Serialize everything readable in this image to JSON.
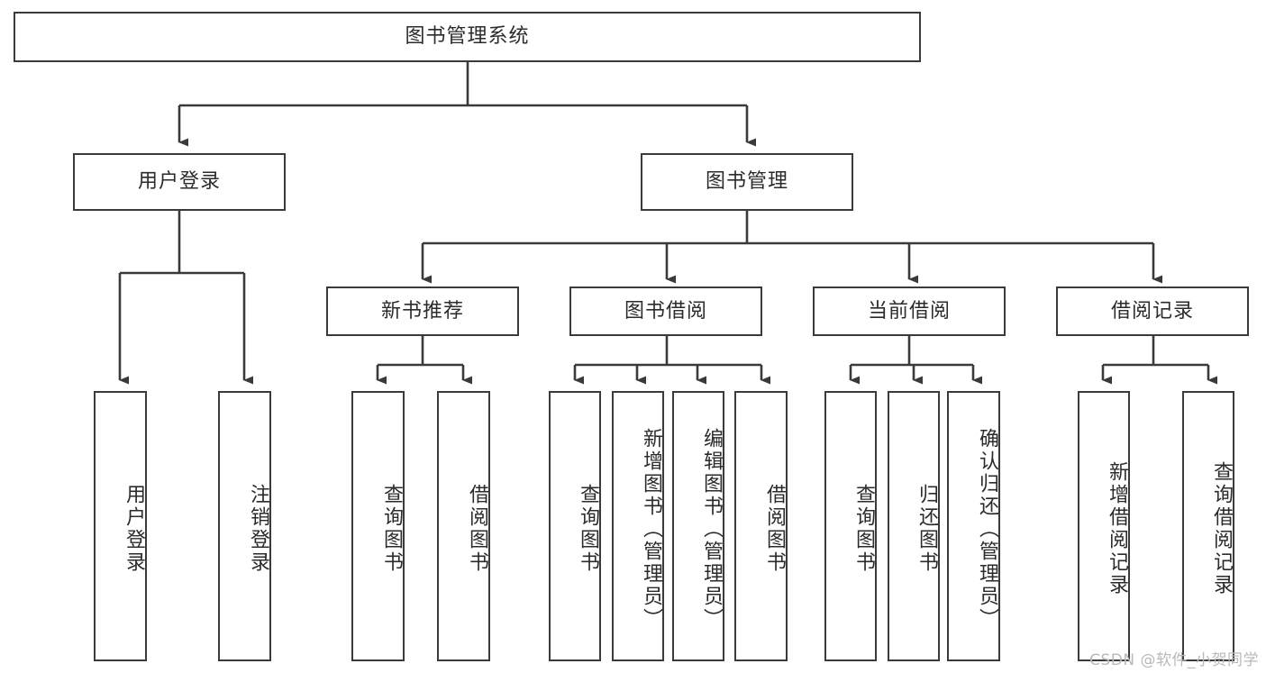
{
  "diagram": {
    "type": "hierarchy-tree",
    "title": "图书管理系统",
    "orientation": "top-down",
    "colors": {
      "box_border": "#3a3a3a",
      "box_fill": "#ffffff",
      "connector": "#3a3a3a",
      "text": "#2b2b2b",
      "watermark": "#b9b9b9"
    },
    "nodes": {
      "root": {
        "label": "图书管理系统"
      },
      "level2": [
        {
          "label": "用户登录"
        },
        {
          "label": "图书管理"
        }
      ],
      "level3": [
        {
          "label": "新书推荐"
        },
        {
          "label": "图书借阅"
        },
        {
          "label": "当前借阅"
        },
        {
          "label": "借阅记录"
        }
      ],
      "leaves": {
        "user_login": [
          {
            "label": "用户登录"
          },
          {
            "label": "注销登录"
          }
        ],
        "new_book_recommend": [
          {
            "label": "查询图书"
          },
          {
            "label": "借阅图书"
          }
        ],
        "book_borrow": [
          {
            "label": "查询图书"
          },
          {
            "label": "新增图书（管理员）"
          },
          {
            "label": "编辑图书（管理员）"
          },
          {
            "label": "借阅图书"
          }
        ],
        "current_borrow": [
          {
            "label": "查询图书"
          },
          {
            "label": "归还图书"
          },
          {
            "label": "确认归还（管理员）"
          }
        ],
        "borrow_record": [
          {
            "label": "新增借阅记录"
          },
          {
            "label": "查询借阅记录"
          }
        ]
      }
    },
    "watermark": "CSDN @软件_小贺同学"
  }
}
